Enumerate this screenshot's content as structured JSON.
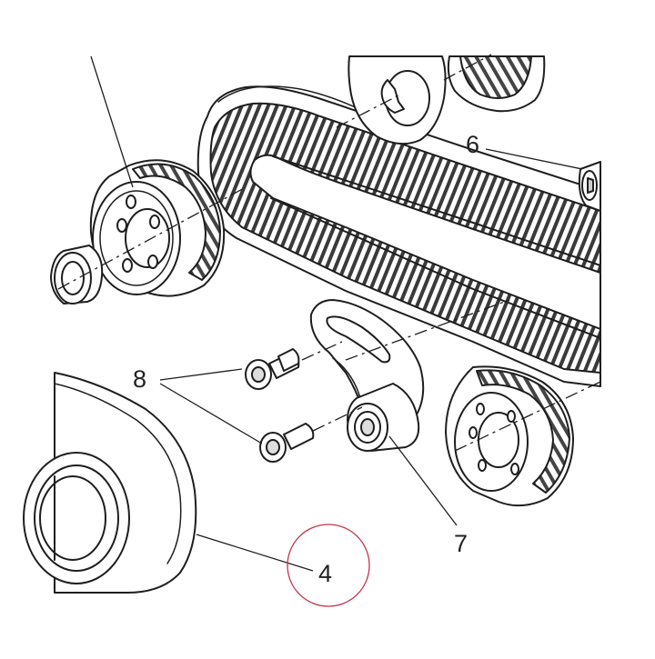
{
  "diagram": {
    "callouts": {
      "part_6": "6",
      "part_8": "8",
      "part_7": "7",
      "part_4": "4"
    },
    "colors": {
      "line": "#1e1e1e",
      "fill": "#ffffff",
      "shade": "#d8d8d8",
      "highlight_circle": "#c0354a"
    }
  }
}
